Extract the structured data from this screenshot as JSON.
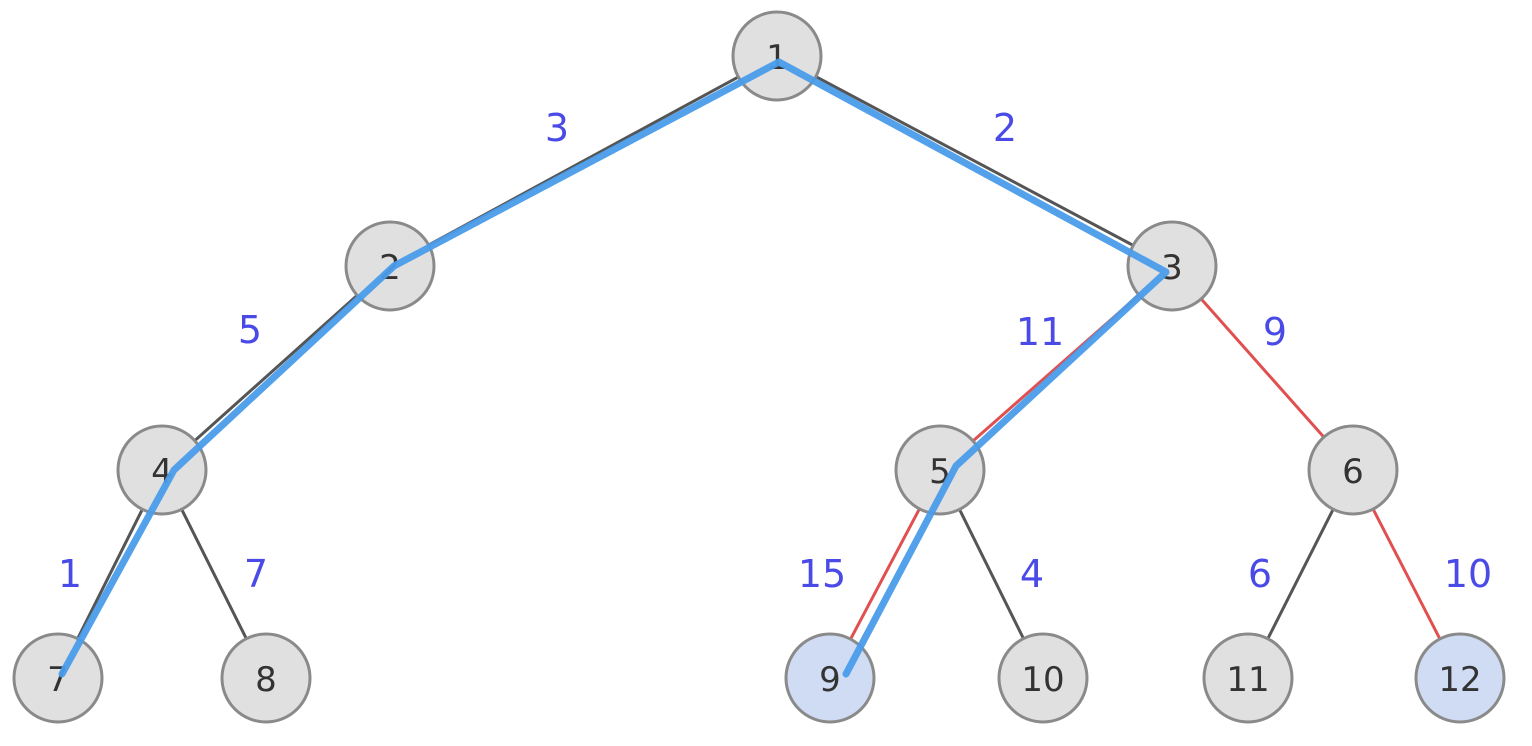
{
  "colors": {
    "node_fill": "#e0e0e0",
    "node_highlight_fill": "#cfdcf3",
    "node_stroke": "#8a8a8a",
    "edge_default": "#555555",
    "edge_red": "#e05050",
    "weight_text": "#4a4ae6",
    "path_overlay": "#4a9cea"
  },
  "nodes": [
    {
      "id": "1",
      "label": "1",
      "highlight": false
    },
    {
      "id": "2",
      "label": "2",
      "highlight": false
    },
    {
      "id": "3",
      "label": "3",
      "highlight": false
    },
    {
      "id": "4",
      "label": "4",
      "highlight": false
    },
    {
      "id": "5",
      "label": "5",
      "highlight": false
    },
    {
      "id": "6",
      "label": "6",
      "highlight": false
    },
    {
      "id": "7",
      "label": "7",
      "highlight": false
    },
    {
      "id": "8",
      "label": "8",
      "highlight": false
    },
    {
      "id": "9",
      "label": "9",
      "highlight": true
    },
    {
      "id": "10",
      "label": "10",
      "highlight": false
    },
    {
      "id": "11",
      "label": "11",
      "highlight": false
    },
    {
      "id": "12",
      "label": "12",
      "highlight": true
    }
  ],
  "edges": [
    {
      "from": "1",
      "to": "2",
      "weight": "3",
      "color": "default"
    },
    {
      "from": "1",
      "to": "3",
      "weight": "2",
      "color": "default"
    },
    {
      "from": "2",
      "to": "4",
      "weight": "5",
      "color": "default"
    },
    {
      "from": "3",
      "to": "5",
      "weight": "11",
      "color": "red"
    },
    {
      "from": "3",
      "to": "6",
      "weight": "9",
      "color": "red"
    },
    {
      "from": "4",
      "to": "7",
      "weight": "1",
      "color": "default"
    },
    {
      "from": "4",
      "to": "8",
      "weight": "7",
      "color": "default"
    },
    {
      "from": "5",
      "to": "9",
      "weight": "15",
      "color": "red"
    },
    {
      "from": "5",
      "to": "10",
      "weight": "4",
      "color": "default"
    },
    {
      "from": "6",
      "to": "11",
      "weight": "6",
      "color": "default"
    },
    {
      "from": "6",
      "to": "12",
      "weight": "10",
      "color": "red"
    }
  ],
  "highlighted_path": [
    "7",
    "4",
    "2",
    "1",
    "3",
    "5",
    "9"
  ]
}
